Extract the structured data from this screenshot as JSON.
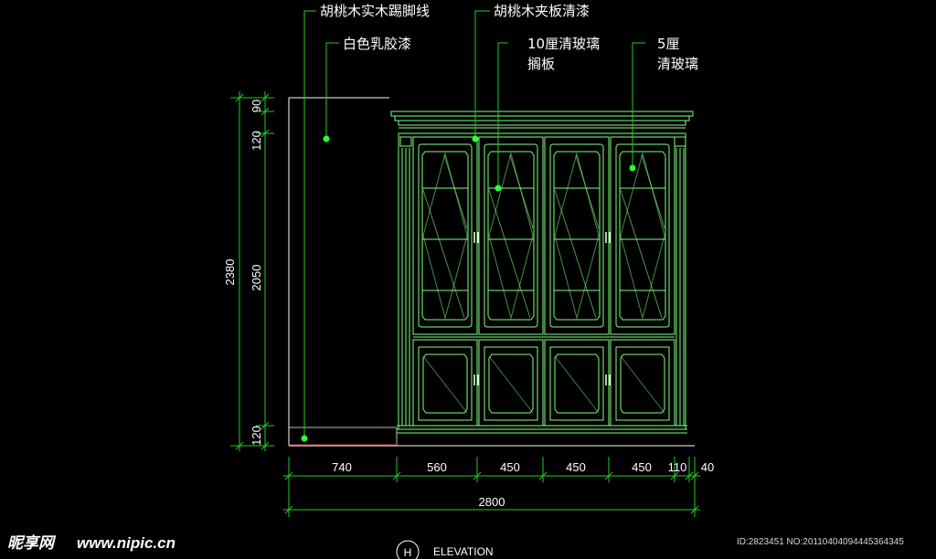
{
  "colors": {
    "background": "#000000",
    "cabinet": "#7fff7f",
    "dimension": "#22cc22",
    "wall": "#ffffff",
    "leader_dot": "#33ff33"
  },
  "annotations": {
    "skirting": "胡桃木实木踢脚线",
    "wall_paint": "白色乳胶漆",
    "cabinet_finish": "胡桃木夹板清漆",
    "shelf_glass_line1": "10厘清玻璃",
    "shelf_glass_line2": "搁板",
    "door_glass_line1": "5厘",
    "door_glass_line2": "清玻璃"
  },
  "dimensions": {
    "vertical_total": "2380",
    "vertical_parts": [
      "90",
      "120",
      "2050",
      "120"
    ],
    "horizontal_parts": [
      "740",
      "560",
      "450",
      "450",
      "450",
      "110",
      "40"
    ],
    "horizontal_total": "2800"
  },
  "title": {
    "marker": "H",
    "label": "ELEVATION"
  },
  "watermark": {
    "site_cn": "昵享网",
    "site_url": "www.nipic.cn",
    "image_id": "ID:2823451 NO:20110404094445364345"
  }
}
